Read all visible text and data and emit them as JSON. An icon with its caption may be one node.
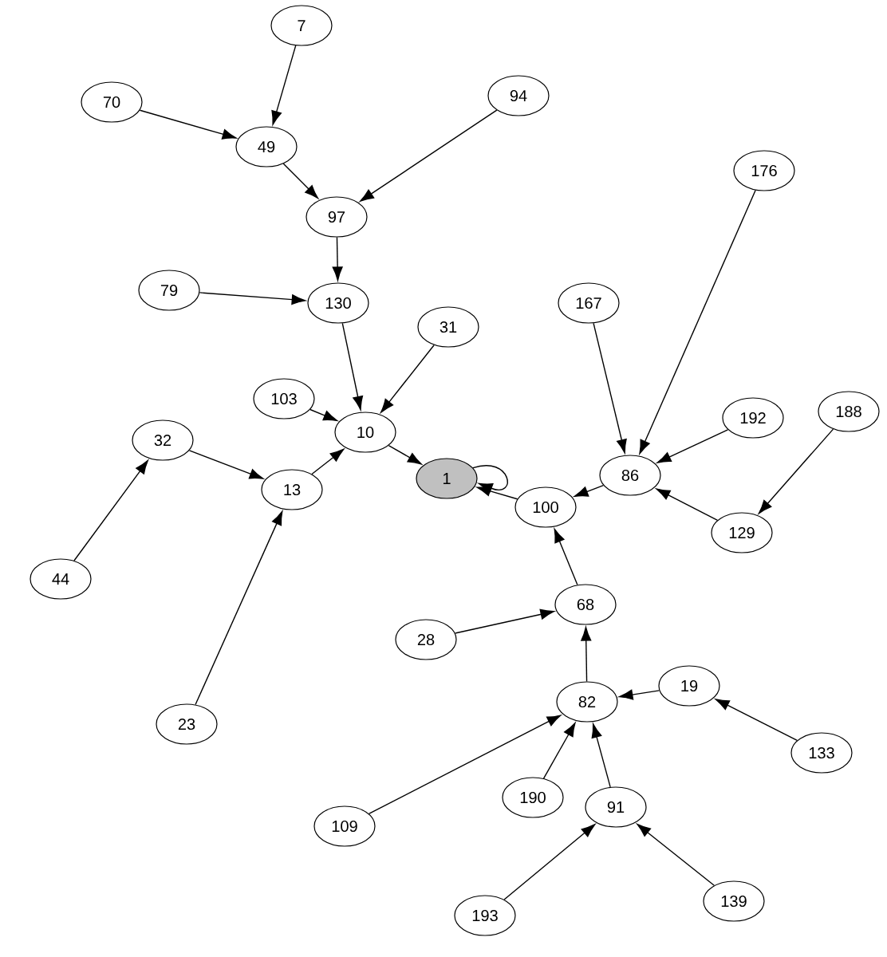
{
  "diagram": {
    "nodes": [
      {
        "text": [
          "7"
        ]
      },
      {
        "text": [
          "94"
        ]
      },
      {
        "text": [
          "70"
        ]
      },
      {
        "text": [
          "49"
        ]
      },
      {
        "text": [
          "176"
        ]
      },
      {
        "text": [
          "97"
        ]
      },
      {
        "text": [
          "79"
        ]
      },
      {
        "text": [
          "130"
        ]
      },
      {
        "text": [
          "167"
        ]
      },
      {
        "text": [
          "31"
        ]
      },
      {
        "text": [
          "103"
        ]
      },
      {
        "text": [
          "188"
        ]
      },
      {
        "text": [
          "192"
        ]
      },
      {
        "text": [
          "10"
        ]
      },
      {
        "text": [
          "32"
        ]
      },
      {
        "text": [
          "86"
        ]
      },
      {
        "text": [
          "1"
        ]
      },
      {
        "text": [
          "13"
        ]
      },
      {
        "text": [
          "100"
        ]
      },
      {
        "text": [
          "129"
        ]
      },
      {
        "text": [
          "44"
        ]
      },
      {
        "text": [
          "68"
        ]
      },
      {
        "text": [
          "28"
        ]
      },
      {
        "text": [
          "19"
        ]
      },
      {
        "text": [
          "82"
        ]
      },
      {
        "text": [
          "23"
        ]
      },
      {
        "text": [
          "133"
        ]
      },
      {
        "text": [
          "190"
        ]
      },
      {
        "text": [
          "91"
        ]
      },
      {
        "text": [
          "109"
        ]
      },
      {
        "text": [
          "139"
        ]
      },
      {
        "text": [
          "193"
        ]
      }
    ],
    "edges": [
      {
        "from": 0,
        "to": 3,
        "arrow": "to"
      },
      {
        "from": 2,
        "to": 3,
        "arrow": "to"
      },
      {
        "from": 3,
        "to": 5,
        "arrow": "to"
      },
      {
        "from": 1,
        "to": 5,
        "arrow": "to"
      },
      {
        "from": 5,
        "to": 7,
        "arrow": "to"
      },
      {
        "from": 6,
        "to": 7,
        "arrow": "to"
      },
      {
        "from": 7,
        "to": 13,
        "arrow": "to"
      },
      {
        "from": 9,
        "to": 13,
        "arrow": "to"
      },
      {
        "from": 10,
        "to": 13,
        "arrow": "to"
      },
      {
        "from": 17,
        "to": 13,
        "arrow": "to"
      },
      {
        "from": 14,
        "to": 17,
        "arrow": "to"
      },
      {
        "from": 20,
        "to": 14,
        "arrow": "to"
      },
      {
        "from": 25,
        "to": 17,
        "arrow": "to"
      },
      {
        "from": 13,
        "to": 16,
        "arrow": "to"
      },
      {
        "from": 16,
        "to": 16,
        "arrow": "to"
      },
      {
        "from": 18,
        "to": 16,
        "arrow": "to"
      },
      {
        "from": 15,
        "to": 18,
        "arrow": "to"
      },
      {
        "from": 8,
        "to": 15,
        "arrow": "to"
      },
      {
        "from": 4,
        "to": 15,
        "arrow": "to"
      },
      {
        "from": 12,
        "to": 15,
        "arrow": "to"
      },
      {
        "from": 19,
        "to": 15,
        "arrow": "to"
      },
      {
        "from": 11,
        "to": 19,
        "arrow": "to"
      },
      {
        "from": 21,
        "to": 18,
        "arrow": "to"
      },
      {
        "from": 22,
        "to": 21,
        "arrow": "to"
      },
      {
        "from": 24,
        "to": 21,
        "arrow": "to"
      },
      {
        "from": 23,
        "to": 24,
        "arrow": "to"
      },
      {
        "from": 26,
        "to": 23,
        "arrow": "to"
      },
      {
        "from": 29,
        "to": 24,
        "arrow": "to"
      },
      {
        "from": 27,
        "to": 24,
        "arrow": "to"
      },
      {
        "from": 28,
        "to": 24,
        "arrow": "to"
      },
      {
        "from": 31,
        "to": 28,
        "arrow": "to"
      },
      {
        "from": 30,
        "to": 28,
        "arrow": "to"
      }
    ]
  }
}
